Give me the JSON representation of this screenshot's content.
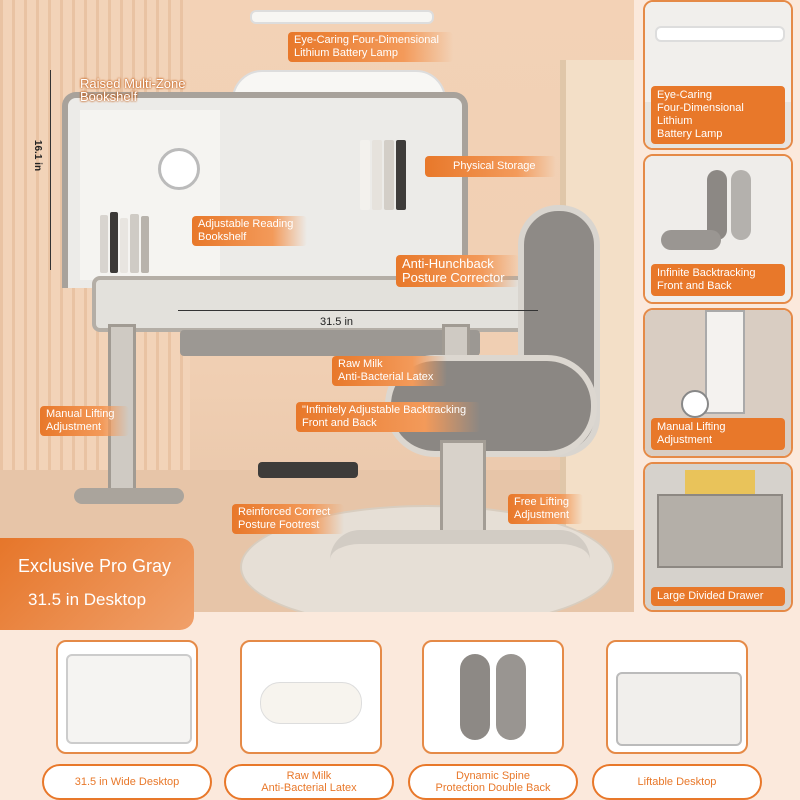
{
  "labels": {
    "lamp": [
      "Eye-Caring Four-Dimensional",
      "Lithium Battery Lamp"
    ],
    "bookshelf": [
      "Raised Multi-Zone",
      "Bookshelf"
    ],
    "height_dim": "16.1 in",
    "physical_storage": "Physical Storage",
    "reading_shelf": [
      "Adjustable Reading",
      "Bookshelf"
    ],
    "anti_hunchback": [
      "Anti-Hunchback",
      "Posture Corrector"
    ],
    "width_dim": "31.5 in",
    "latex": [
      "Raw Milk",
      "Anti-Bacterial Latex"
    ],
    "manual_lifting": [
      "Manual Lifting",
      "Adjustment"
    ],
    "backtracking": [
      "\"Infinitely Adjustable Backtracking",
      "Front and Back"
    ],
    "footrest": [
      "Reinforced Correct",
      "Posture Footrest"
    ],
    "free_lifting": [
      "Free Lifting",
      "Adjustment"
    ]
  },
  "promo": {
    "line1": "Exclusive Pro Gray",
    "line2": "31.5 in Desktop"
  },
  "side_panels": [
    {
      "caption": [
        "Eye-Caring",
        "Four-Dimensional Lithium",
        "Battery Lamp"
      ]
    },
    {
      "caption": [
        "Infinite Backtracking",
        "Front and Back"
      ]
    },
    {
      "caption": [
        "Manual Lifting",
        "Adjustment"
      ]
    },
    {
      "caption": [
        "Large Divided Drawer"
      ]
    }
  ],
  "bottom_cards": [
    {
      "label": [
        "31.5 in Wide Desktop"
      ]
    },
    {
      "label": [
        "Raw Milk",
        "Anti-Bacterial Latex"
      ]
    },
    {
      "label": [
        "Dynamic Spine",
        "Protection Double Back"
      ]
    },
    {
      "label": [
        "Liftable Desktop"
      ]
    }
  ],
  "colors": {
    "accent": "#e8782a",
    "background": "#fbe9dc",
    "desk_gray": "#a8a29b"
  }
}
